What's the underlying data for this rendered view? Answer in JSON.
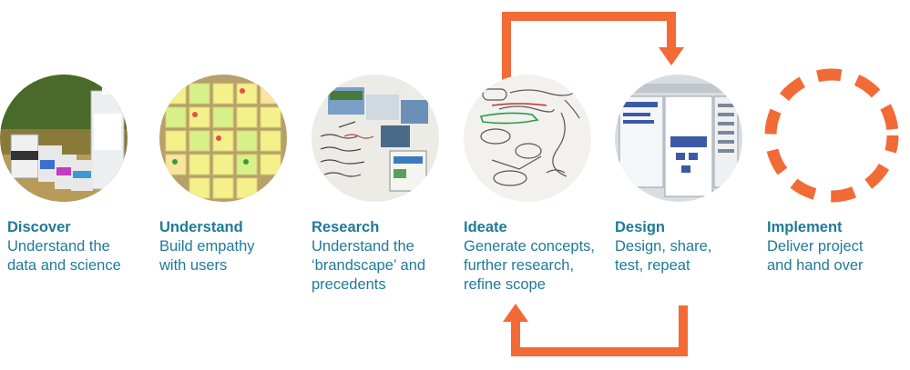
{
  "colors": {
    "accent": "#f26a36",
    "text": "#1f7a99"
  },
  "steps": [
    {
      "title": "Discover",
      "description": "Understand the\ndata and science",
      "image": "lab-bottles-photo"
    },
    {
      "title": "Understand",
      "description": "Build empathy\nwith users",
      "image": "sticky-notes-photo"
    },
    {
      "title": "Research",
      "description": "Understand the\n‘brandscape’ and\nprecedents",
      "image": "research-wall-photo"
    },
    {
      "title": "Ideate",
      "description": "Generate concepts,\nfurther research,\nrefine scope",
      "image": "whiteboard-sketch-photo"
    },
    {
      "title": "Design",
      "description": "Design, share,\ntest, repeat",
      "image": "software-screenshot-photo"
    },
    {
      "title": "Implement",
      "description": "Deliver project\nand hand over",
      "image": "dashed-circle"
    }
  ]
}
